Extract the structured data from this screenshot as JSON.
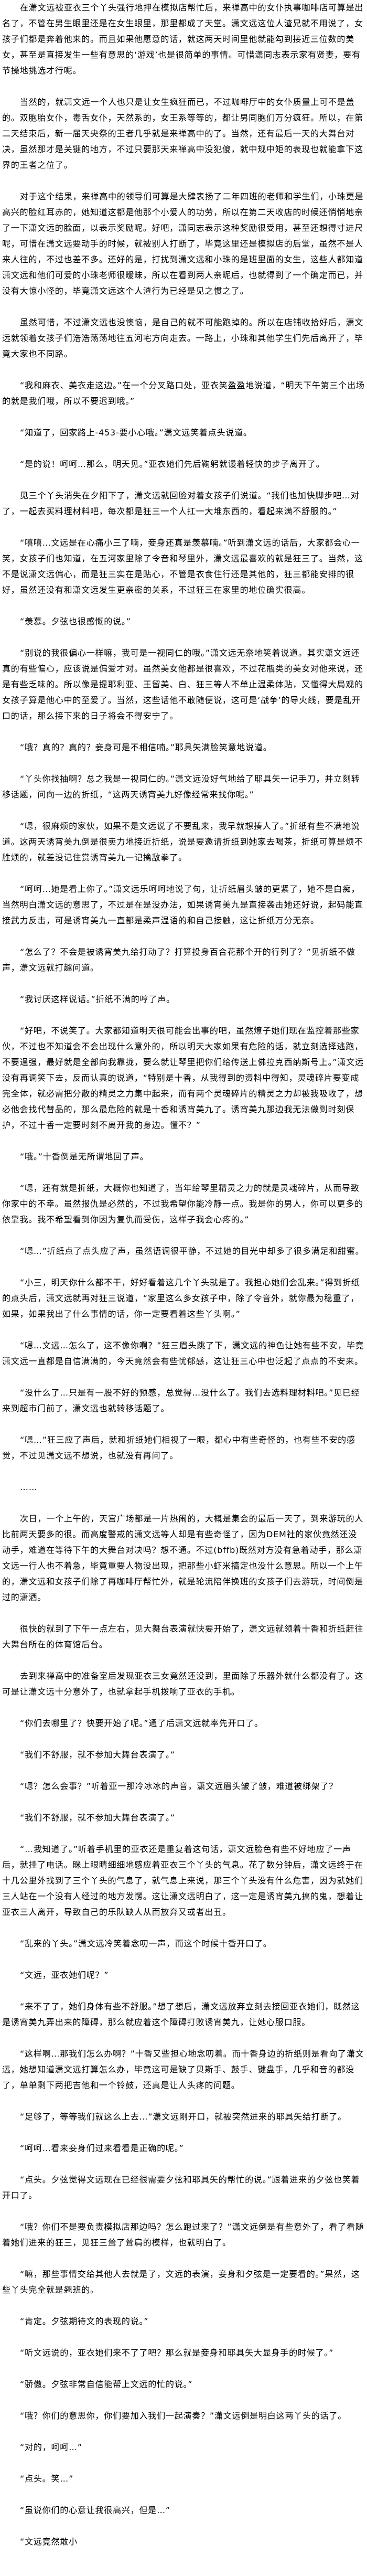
{
  "paragraphs": [
    "在潇文远被亚衣三个丫头强行地押在模拟店帮忙后，来禅高中的女仆执事咖啡店可算是出名了，不管在男生眼里还是在女生眼里，那里都成了天堂。潇文远这位人渣兄就不用说了，女孩子们都是奔着他来的。而且如果他愿意的话，就这两天时间里他就能勾到接近三位数的美女，甚至是直接发生一些有意思的‘游戏’也是很简单的事情。可惜潇同志表示家有贤妻，要有节操地挑选才行呢。",
    "当然的，就潇文远一个人也只是让女生疯狂而已，不过咖啡厅中的女仆质量上可不是盖的。双胞胎女仆，毒舌女仆，天然系的，女王系等等的，都让男同胞们万分疯狂。所以，在第二天结束后，新一届天央祭的王者几乎就是来禅高中的了。当然，还有最后一天的大舞台对决，虽然那才是关键的地方，不过只要那天来禅高中没犯傻，就中规中矩的表现也就能拿下这界的王者之位了。",
    "对于这个结果，来禅高中的领导们可算是大肆表扬了二年四班的老师和学生们，小珠更是高兴的脸红耳赤的，她知道这都是他那个小爱人的功劳，所以在第二天收店的时候还悄悄地亲了一下潇文远的脸面，以表示奖励呢。好吧，潇同志表示这种奖励很受用，甚至还想得寸进尺呢，可惜在潇文远要动手的时候，就被别人打断了，毕竟这里还是模拟店的后堂，虽然不是人来人往的，不过也差不多。还好的是，打扰到潇文远和小珠的是班里面的女生，这些人都知道潇文远和他们可爱的小珠老师很暧昧，所以在看到两人亲昵后，也就得到了一个确定而已，并没有大惊小怪的，毕竟潇文远这个人渣行为已经是见之惯之了。",
    "虽然可惜，不过潇文远也没懊恼，是自己的就不可能跑掉的。所以在店铺收拾好后，潇文远就领着女孩子们浩浩荡荡地往五河宅方向走去。一路上，小珠和其他学生们先后离开了，毕竟大家也不同路。",
    "“我和麻衣、美衣走这边。”在一个分叉路口处，亚衣笑盈盈地说道，“明天下午第三个出场的就是我们哦，所以不要迟到哦。”",
    "“知道了，回家路上-453-要小心哦。”潇文远笑着点头说道。",
    "“是的说！呵呵…那么，明天见。”亚衣她们先后鞠躬就谩着轻快的步子离开了。",
    "见三个丫头消失在夕阳下了，潇文远就回脸对着女孩子们说道。“我们也加快脚步吧…对了，一起去买料理材料吧，每次都是狂三一个人扛一大堆东西的，看起来满不舒服的。”",
    "“嘻嘻…文远是在心痛小三了喃，妾身还真是羡慕喃。”听到潇文远的话后，大家都会心一笑，女孩子们也知道，在五河家里除了令音和琴里外，潇文远最喜欢的就是狂三了。当然，这不是说潇文远偏心，而是狂三实在是贴心，不管是衣食住行还是其他的，狂三都能安排的很好，虽然还没有和潇文远发生更亲密的关系，不过狂三在家里的地位确实很高。",
    "“羡慕。夕弦也很感慨的说。”",
    "“别说的我很偏心一样嘛，我可是一视同仁的哦。”潇文远无奈地笑着说道。其实潇文远还真的有些偏心，应该说是偏爱才对。虽然美女他都是很喜欢，不过花瓶类的美女对他来说，还是有些乏味的。所以像是提耶利亚、王留美、白、狂三等人不单止温柔体贴，又懂得大局观的女孩子算是他心中的至爱了。当然，这些话他不敢随便说，这可是‘战争’的导火线，要是乱开口的话，那么接下来的日子将会不得安宁了。",
    "“哦？真的？真的？妾身可是不相信喃。”耶具矢满脸笑意地说道。",
    "“丫头你找抽啊？总之我是一视同仁的。”潇文远没好气地给了耶具矢一记手刀，并立刻转移话题，问向一边的折纸，“这两天诱宵美九好像经常来找你呢。”",
    "“嗯，很麻烦的家伙，如果不是文远说了不要乱来，我早就想揍人了。”折纸有些不满地说道。这两天诱宵美九倒是很卖力地接近折纸，说是要邀请折纸到她家去喝茶，折纸可算是烦不胜烦的，就差没记住赏诱宵美九一记擒敌拳了。",
    "“呵呵…她是看上你了。”潇文远乐呵呵地说了句，让折纸眉头皱的更紧了，她不是白痴，当然明白潇文远的意思了，不过是在是没办法，如果诱宵美九是直接袭击她还好说，起码能直接武力反击，可是诱宵美九一直都是柔声温语的和自己接触，这让折纸万分无奈。",
    "“怎么了？不会是被诱宵美九给打动了？打算投身百合花那个开的行列了？”见折纸不做声，潇文远就打趣问道。",
    "“我讨厌这样说话。”折纸不满的哼了声。",
    "“好吧，不说笑了。大家都知道明天很可能会出事的吧，虽然燎子她们现在监控着那些家伙，不过也不知道会不会出现什么意外的，所以明天大家如果有危险的话，就立刻选择逃跑，不要逞强，最好就是全部向我靠拢，要么就让琴里把你们给传送上佛拉克西纳斯号上。”潇文远没有再调笑下去，反而认真的说道，“特别是十香，从我得到的资料中得知，灵魂碎片要变成完全体，就必需把分散的精灵之力集中起来，而有两个灵魂碎片的精灵之力却被我吸收了，想必他会找代替品的，那么最危险的就是十香和诱宵美九了。诱宵美九那边我无法做到时刻保护，不过十香一定要时刻不离开我的身边。懂不？”",
    "“哦。”十香倒是无所谓地回了声。",
    "“嗯，还有就是折纸，大概你也知道了，当年给琴里精灵之力的就是灵魂碎片，从而导致你家中的不幸。虽然报仇是必然的，不过我希望你能冷静一点。我是你的男人，你可以更多的依靠我。我不希望看到你因为复仇而受伤，这样子我会心疼的。”",
    "“嗯…”折纸点了点头应了声，虽然语调很平静，不过她的目光中却多了很多满足和甜蜜。",
    "“小三，明天你什么都不干，好好看着这几个丫头就是了。我担心她们会乱来。”得到折纸的点头后，潇文远就再对狂三说道，“家里这么多女孩子中，除了令音外，就你最为稳重了，如果，如果我出了什么事情的话，你一定要看着这些丫头啊。”",
    "“嗯…文远…怎么了，这不像你啊？”狂三眉头跳了下，潇文远的神色让她有些不安，毕竟潇文远一直都是自信满满的，今天竟然会有些忧郁感，这让狂三心中也泛起了点点的不安来。",
    "“没什么了…只是有一股不好的预感，总觉得…没什么了。我们去选料理材料吧。”见已经来到超市门前了，潇文远也就转移话题了。",
    "“嗯…”狂三应了声后，就和折纸她们相视了一眼，都心中有些奇怪的，也有些不安的感觉，不过见潇文远不想说，也就没有再问了。",
    "……",
    "次日，一个上午的，天宫广场都是一片热闹的，大概是集会的最后一天了，到来游玩的人比前两天要多的很。而高度警戒的潇文远等人却是有些奇怪了，因为DEM社的家伙竟然还没动手，难道在等待下午的大舞台对决吗？想不通。不过(bffb)既然对方没有急着动手，那么潇文远一行人也不着急，毕竟重要人物没出现，把那些小虾米搞定也没什么意思。所以一个上午的，潇文远和女孩子们除了再咖啡厅帮忙外，就是轮流陪伴换班的女孩子们去游玩，时间倒是过的潇洒。",
    "很快的就到了下午一点左右，见大舞台表演就快要开始了，潇文远就领着十香和折纸赶往大舞台所在的体育馆后台。",
    "去到来禅高中的准备室后发现亚衣三女竟然还没到，里面除了乐器外就什么都没有了。这可是让潇文远十分意外了，也就拿起手机拨响了亚衣的手机。",
    "“你们去哪里了？快要开始了呢。”通了后潇文远就率先开口了。",
    "“我们不舒服，就不参加大舞台表演了。”",
    "“嗯？怎么会事？”听着亚一那冷冰冰的声音，潇文远眉头皱了皱，难道被绑架了？",
    "“我们不舒服，就不参加大舞台表演了。”",
    "“…我知道了。”听着手机里的亚衣还是重复着这句话，潇文远脸色有些不好地应了一声后，就挂了电话。眯上眼睛细细地感应着亚衣三个丫头的气息。花了数分钟后，潇文远终于在十几公里外找到了三个丫头的气息了，就气息上来说，那三个丫头没有什么危害，因为就她们三人站在一个没有人经过的地方发愣。这让潇文远明白了，这一定是诱宵美九搞的鬼，想着让亚衣三人离开，导致自己的乐队缺人从而放弃又或者出丑。",
    "“乱来的丫头。”潇文远冷笑着念叨一声，而这个时候十香开口了。",
    "“文远，亚衣她们呢？”",
    "“来不了了，她们身体有些不舒服。”想了想后，潇文远放弃立刻去接回亚衣她们，既然这是诱宵美九弄出来的障碍，那么就应着这个障碍打败诱宵美九，让她心服口服。",
    "“这样啊…那我们怎么办啊？”十香又些担心地念叨着。而十香身边的折纸则是看向了潇文远，她想知道潇文远打算怎么办，毕竟这可是缺了贝斯手、鼓手、键盘手，几乎和音的都没了，单单剩下两把吉他和一个铃鼓，还真是让人头疼的问题。",
    "“足够了，等等我们就这么上去…”潇文远刚开口，就被突然进来的耶具矢给打断了。",
    "“呵呵…看来妾身们过来看看是正确的呢。”",
    "“点头。夕弦觉得文远现在已经很需要夕弦和耶具矢的帮忙的说。”跟着进来的夕弦也笑着开口了。",
    "“哦？你们不是要负责模拟店那边吗？怎么跑过来了？”潇文远倒是有些意外了，看了看随着她们进来的狂三，见狂三耸了耸肩的模样，也就明白了。",
    "“嘛，那些事情交给其他人去就是了，文远的表演，妾身和夕弦是一定要看的。”果然，这些丫头完全就是翘班的。",
    "“肯定。夕弦期待文的表现的说。”",
    "“听文远说的，亚衣她们来不了了吧？那么就是妾身和耶具矢大显身手的时候了。”",
    "“骄傲。夕弦非常自信能帮上文远的忙的说。”",
    "“哦？你们的意思你，你们要加入我们一起演奏？”潇文远倒是明白这两丫头的话了。",
    "“对的，呵呵…”",
    "“点头。笑…”",
    "“虽说你们的心意让我很高兴，但是…”",
    "“文远竟然敢小"
  ]
}
